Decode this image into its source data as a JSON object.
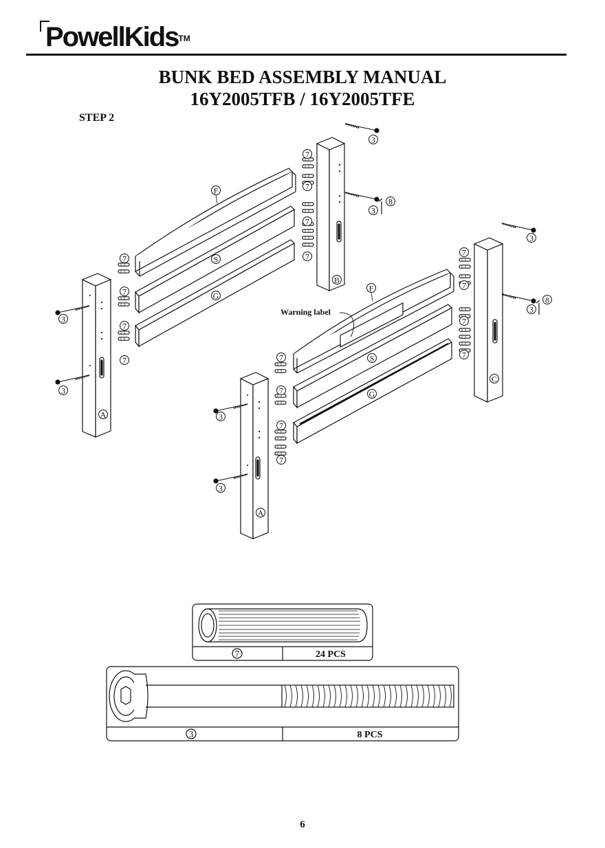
{
  "brand": {
    "name": "PowellKids",
    "tm": "TM"
  },
  "title": {
    "line1": "BUNK BED ASSEMBLY MANUAL",
    "line2": "16Y2005TFB / 16Y2005TFE"
  },
  "step": "STEP 2",
  "diagram": {
    "part_refs": {
      "dowel": "7",
      "bolt": "3",
      "key": "8"
    },
    "letters": {
      "post_a": "A",
      "post_b": "B",
      "post_c": "C",
      "panel_f": "F",
      "panel_s": "S",
      "panel_g": "G"
    },
    "warning_label": "Warning label"
  },
  "parts_table": [
    {
      "ref": "7",
      "qty": "24 PCS"
    },
    {
      "ref": "3",
      "qty": "8 PCS"
    }
  ],
  "page_number": "6"
}
